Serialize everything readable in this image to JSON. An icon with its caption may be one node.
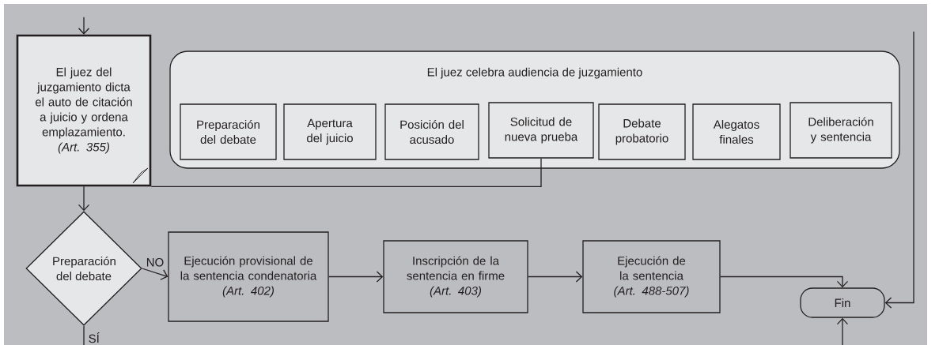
{
  "diagram": {
    "nodes": [
      {
        "text": [
          "El juez del juzgamiento dicta el auto de citación a juicio y ordena emplazamiento.",
          "(Art. 355)"
        ]
      },
      {
        "text": [
          "El juez celebra audiencia de juzgamiento"
        ]
      },
      {
        "text": [
          "Preparación del debate"
        ],
        "in": 1
      },
      {
        "text": [
          "Apertura del juicio"
        ],
        "in": 1
      },
      {
        "text": [
          "Posición del acusado"
        ],
        "in": 1
      },
      {
        "text": [
          "Solicitud de nueva prueba"
        ],
        "in": 1
      },
      {
        "text": [
          "Debate probatorio"
        ],
        "in": 1
      },
      {
        "text": [
          "Alegatos finales"
        ],
        "in": 1
      },
      {
        "text": [
          "Deliberación y sentencia"
        ],
        "in": 1
      },
      {
        "text": [
          "Preparación del debate"
        ]
      },
      {
        "text": [
          "Ejecución provisional de la sentencia condenatoria",
          "(Art. 402)"
        ]
      },
      {
        "text": [
          "Inscripción de la sentencia en firme",
          "(Art. 403)"
        ]
      },
      {
        "text": [
          "Ejecución de la sentencia",
          "(Art. 488-507)"
        ]
      },
      {
        "text": [
          "Fin"
        ]
      }
    ],
    "edges": [
      {
        "from": null,
        "to": 0,
        "arrow": "to"
      },
      {
        "from": 0,
        "to": 9,
        "arrow": "to"
      },
      {
        "from": 0,
        "to": 5,
        "arrow": "none"
      },
      {
        "from": 9,
        "to": 10,
        "arrow": "to",
        "label": "NO"
      },
      {
        "from": 9,
        "to": null,
        "arrow": "none",
        "label": "SÍ"
      },
      {
        "from": 10,
        "to": 11,
        "arrow": "to"
      },
      {
        "from": 11,
        "to": 12,
        "arrow": "to"
      },
      {
        "from": 12,
        "to": 13,
        "arrow": "to"
      },
      {
        "from": null,
        "to": 13,
        "arrow": "to"
      },
      {
        "from": null,
        "to": 13,
        "arrow": "to"
      }
    ]
  }
}
